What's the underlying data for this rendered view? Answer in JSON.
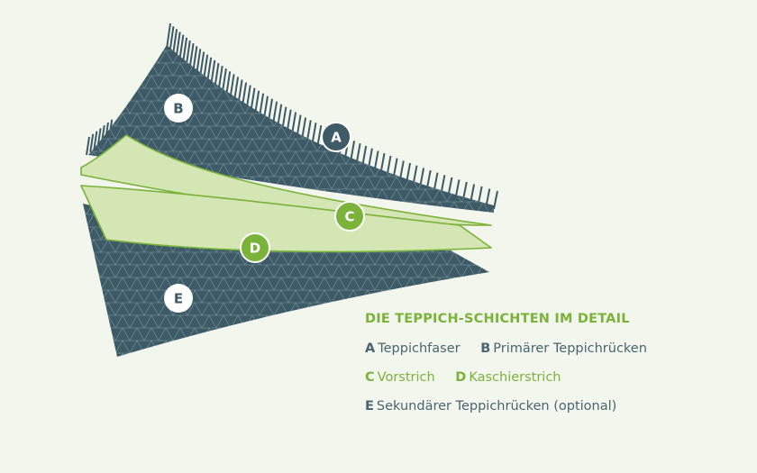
{
  "diagram": {
    "markers": [
      {
        "key": "A",
        "color": "#3d5a66"
      },
      {
        "key": "B",
        "color": "#ffffff"
      },
      {
        "key": "C",
        "color": "#7ab23a"
      },
      {
        "key": "D",
        "color": "#7ab23a"
      },
      {
        "key": "E",
        "color": "#ffffff"
      }
    ],
    "colors": {
      "dark_layer": "#3d5a66",
      "fiber": "#3d5a66",
      "green_layer_fill": "#d4e6b3",
      "green_layer_stroke": "#7ab23a",
      "background": "#f3f6ec"
    }
  },
  "legend": {
    "title": "DIE TEPPICH-SCHICHTEN IM DETAIL",
    "rows": [
      [
        {
          "key": "A",
          "label": "Teppichfaser",
          "tone": "dark"
        },
        {
          "key": "B",
          "label": "Primärer Teppichrücken",
          "tone": "dark"
        }
      ],
      [
        {
          "key": "C",
          "label": "Vorstrich",
          "tone": "green"
        },
        {
          "key": "D",
          "label": "Kaschierstrich",
          "tone": "green"
        }
      ],
      [
        {
          "key": "E",
          "label": "Sekundärer Teppichrücken (optional)",
          "tone": "dark"
        }
      ]
    ]
  }
}
